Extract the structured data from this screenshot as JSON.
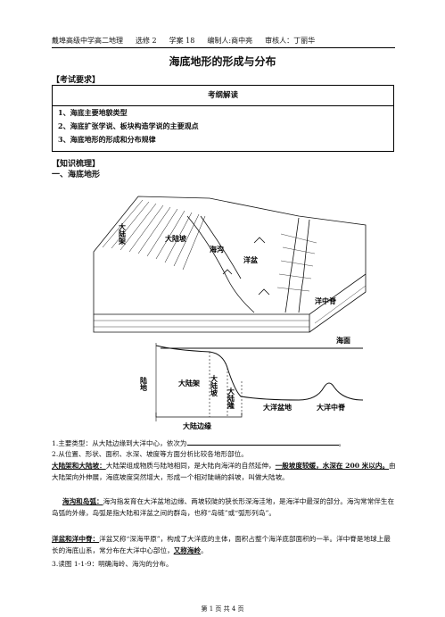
{
  "header": {
    "school": "戴埠高级中学高二地理",
    "book": "选修 2",
    "plan": "学案 18",
    "editor": "编制人:商中亮",
    "reviewer": "审核人：丁丽华"
  },
  "title": "海底地形的形成与分布",
  "exam_section": "【考试要求】",
  "outline": {
    "header": "考纲解读",
    "items": [
      "1、海底主要地貌类型",
      "2、海底扩张学说、板块构造学说的主要观点",
      "3、海底地形的形成和分布规律"
    ]
  },
  "knowledge_section": "【知识梳理】",
  "subsection": "一、海底地形",
  "diagram3d": {
    "labels": [
      "大陆架",
      "大陆坡",
      "海沟",
      "洋盆",
      "洋中脊"
    ]
  },
  "profile": {
    "sea_surface": "海面",
    "land": "陆地",
    "shelf": "大陆架",
    "slope": "大陆坡",
    "rise": "大陆隆",
    "basin": "大洋盆地",
    "ridge": "大洋中脊",
    "margin": "大陆边缘"
  },
  "paragraphs": {
    "p1": "1.主要类型：从大陆边缘到大洋中心，依次为",
    "p1_end": "。",
    "p2": "2.从位置、形状、面积、水深、坡度等方面分析比较各地形部位。",
    "p3_term": "大陆架和大陆坡：",
    "p3_a": "大陆架组成物质与陆地相同，是大陆向海洋的自然延伸，",
    "p3_b": "一般坡度较缓，水深在 200 米以内。",
    "p3_c": "由大陆架向外伸展，海底坡度突然增大，形成一个相对陡峭的斜坡，叫做大陆坡。",
    "p4_term": "海沟和岛弧：",
    "p4_a": "海沟指发育在大洋盆地边缘、两坡较陡的狭长形深海洼地，是海洋中最深的部分。海沟常常伴生在岛弧的外缘，岛弧是指大陆和洋盆之间的群岛，也称“岛链”或“弧形列岛”。",
    "p5_term": "洋盆和洋中脊：",
    "p5_a": "洋盆又称“深海平原”，构成了大洋底的主体，面积占整个海洋底部面积的一半。洋中脊是地球上最长的海底山系，常分布在大洋中心部位，",
    "p5_b": "又称海岭",
    "p5_c": "。",
    "p6": "3.读图 1-1-9：明确海岭、海沟的分布。"
  },
  "footer": "第 1 页 共 4 页"
}
